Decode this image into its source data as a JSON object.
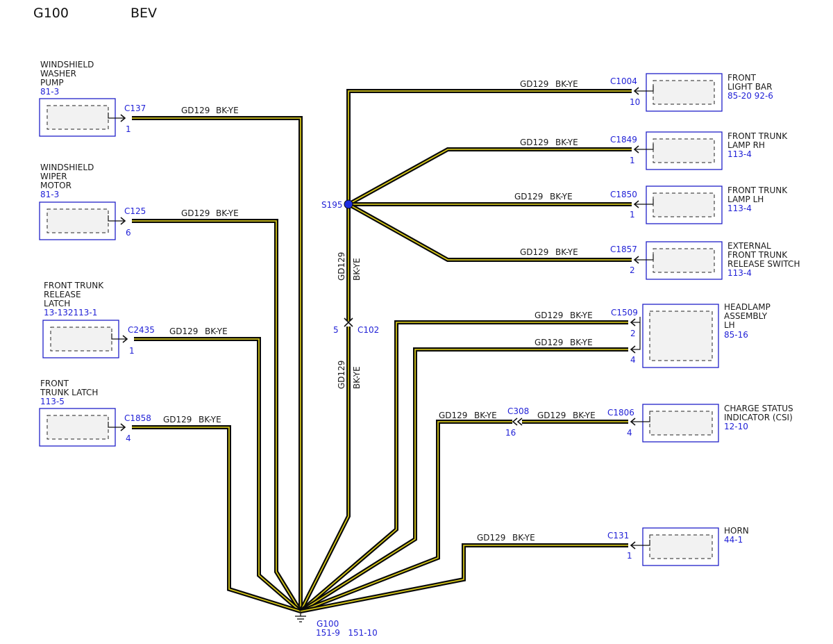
{
  "header": {
    "ground": "G100",
    "variant": "BEV"
  },
  "wire": {
    "circuit": "GD129",
    "color": "BK-YE"
  },
  "left_components": [
    {
      "id": "washer",
      "name_lines": [
        "WINDSHIELD",
        "WASHER",
        "PUMP"
      ],
      "ref": "81-3",
      "connector": "C137",
      "pin": "1"
    },
    {
      "id": "wiper",
      "name_lines": [
        "WINDSHIELD",
        "WIPER",
        "MOTOR"
      ],
      "ref": "81-3",
      "connector": "C125",
      "pin": "6"
    },
    {
      "id": "release-latch",
      "name_lines": [
        "FRONT TRUNK",
        "RELEASE",
        "LATCH"
      ],
      "ref": "13-132113-1",
      "connector": "C2435",
      "pin": "1"
    },
    {
      "id": "trunk-latch",
      "name_lines": [
        "FRONT",
        "TRUNK LATCH"
      ],
      "ref": "113-5",
      "connector": "C1858",
      "pin": "4"
    }
  ],
  "right_components": [
    {
      "id": "light-bar",
      "name_lines": [
        "FRONT",
        "LIGHT BAR"
      ],
      "ref": "85-20 92-6",
      "connector": "C1004",
      "pin": "10"
    },
    {
      "id": "lamp-rh",
      "name_lines": [
        "FRONT TRUNK",
        "LAMP RH"
      ],
      "ref": "113-4",
      "connector": "C1849",
      "pin": "1"
    },
    {
      "id": "lamp-lh",
      "name_lines": [
        "FRONT TRUNK",
        "LAMP LH"
      ],
      "ref": "113-4",
      "connector": "C1850",
      "pin": "1"
    },
    {
      "id": "release-switch",
      "name_lines": [
        "EXTERNAL",
        "FRONT TRUNK",
        "RELEASE SWITCH"
      ],
      "ref": "113-4",
      "connector": "C1857",
      "pin": "2"
    },
    {
      "id": "headlamp",
      "name_lines": [
        "HEADLAMP",
        "ASSEMBLY",
        "LH"
      ],
      "ref": "85-16",
      "connector": "C1509",
      "pins": [
        "2",
        "4"
      ]
    },
    {
      "id": "csi",
      "name_lines": [
        "CHARGE STATUS",
        "INDICATOR (CSI)"
      ],
      "ref": "12-10",
      "connector": "C1806",
      "pin": "4"
    },
    {
      "id": "horn",
      "name_lines": [
        "HORN"
      ],
      "ref": "44-1",
      "connector": "C131",
      "pin": "1"
    }
  ],
  "splice": {
    "name": "S195"
  },
  "inline_connectors": [
    {
      "id": "c102",
      "name": "C102",
      "pin": "5"
    },
    {
      "id": "c308",
      "name": "C308",
      "pin": "16"
    }
  ],
  "ground": {
    "name": "G100",
    "refs": "151-9   151-10"
  },
  "colors": {
    "wire_outer": "#0a0a0a",
    "wire_inner": "#e6d619",
    "reference_blue": "#1f1fd6",
    "splice_dot": "#1f2ee0"
  }
}
